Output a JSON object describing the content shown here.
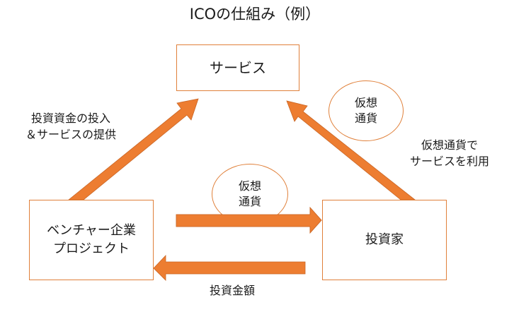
{
  "title": "ICOの仕組み（例）",
  "nodes": {
    "service": "サービス",
    "venture_line1": "ベンチャー企業",
    "venture_line2": "プロジェクト",
    "investor": "投資家"
  },
  "bubbles": {
    "top_line1": "仮想",
    "top_line2": "通貨",
    "mid_line1": "仮想",
    "mid_line2": "通貨"
  },
  "labels": {
    "left_line1": "投資資金の投入",
    "left_line2": "＆サービスの提供",
    "right_line1": "仮想通貨で",
    "right_line2": "サービスを利用",
    "bottom": "投資金額"
  },
  "colors": {
    "accent": "#ed7d31",
    "border": "#e0803a"
  }
}
